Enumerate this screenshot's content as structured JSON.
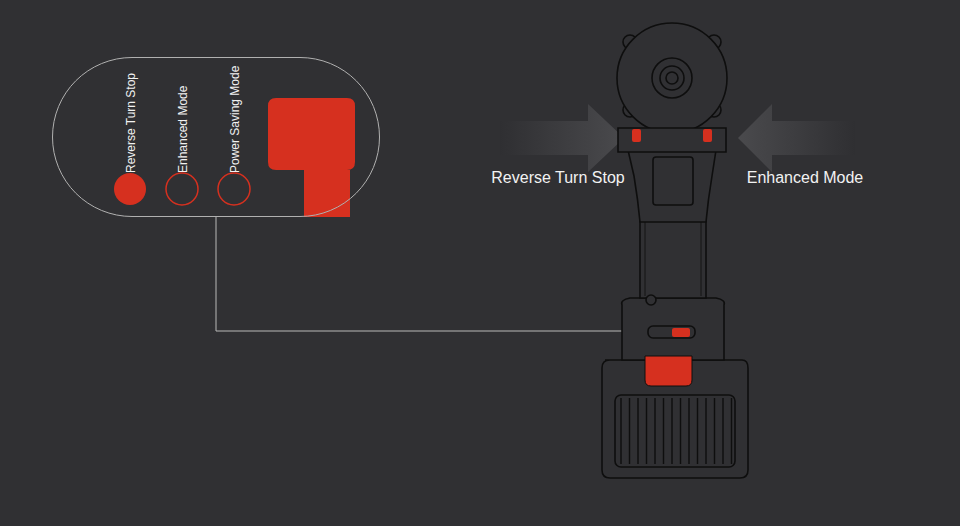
{
  "diagram": {
    "nodes": [
      {
        "text": [
          "Reverse Turn Stop",
          "Enhanced Mode",
          "Power Saving Mode"
        ]
      }
    ],
    "labels": [
      "Reverse Turn Stop",
      "Enhanced Mode"
    ]
  }
}
